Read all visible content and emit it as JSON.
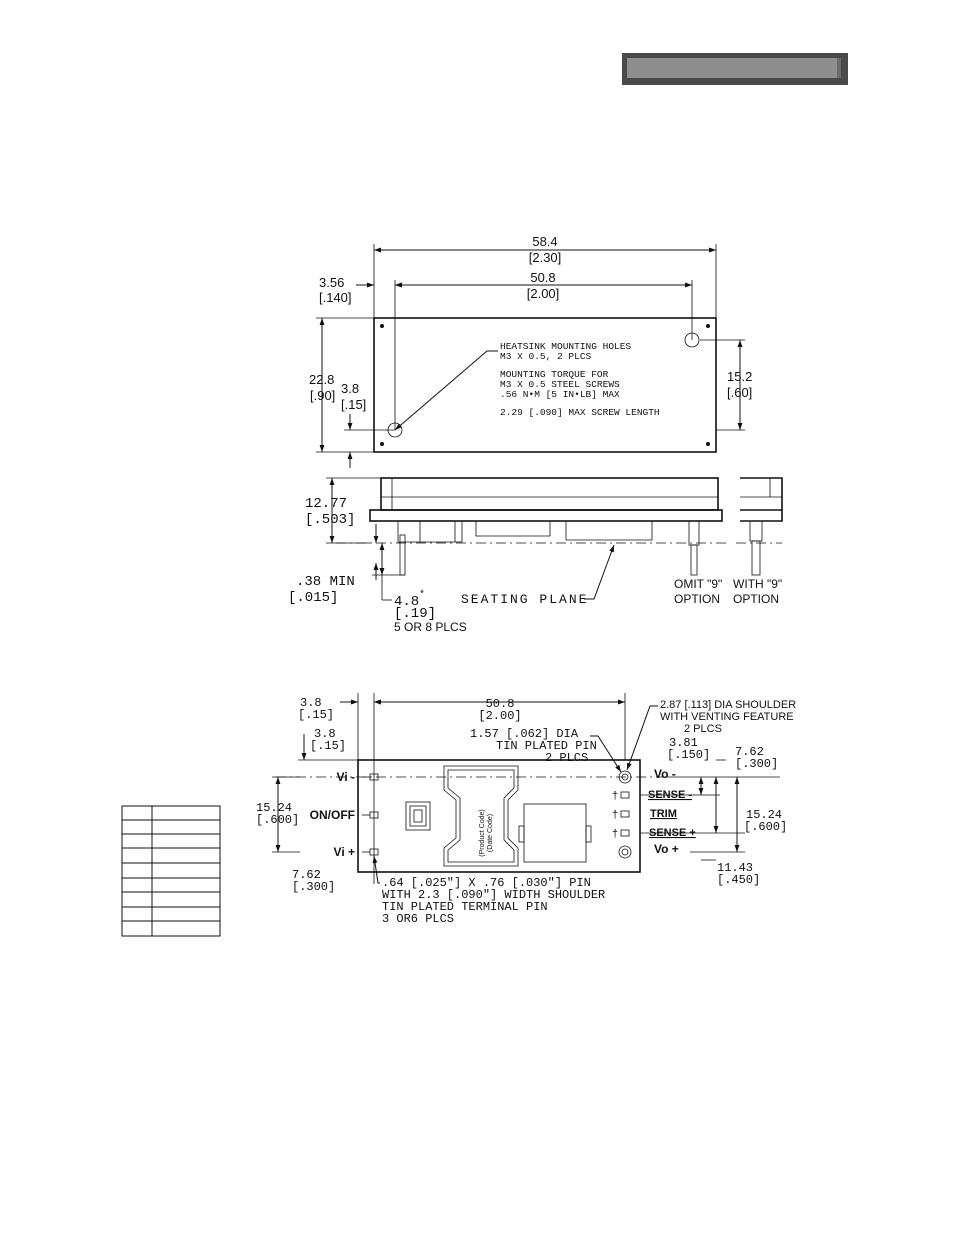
{
  "top_view": {
    "overall_width": "58.4",
    "overall_width_in": "[2.30]",
    "hole_spacing": "50.8",
    "hole_spacing_in": "[2.00]",
    "left_offset": "3.56",
    "left_offset_in": "[.140]",
    "height": "22.8",
    "height_in": "[.90]",
    "hole_bottom": "3.8",
    "hole_bottom_in": "[.15]",
    "hole_vertical": "15.2",
    "hole_vertical_in": "[.60]",
    "note_lines": [
      "HEATSINK MOUNTING HOLES",
      "M3 X 0.5, 2 PLCS",
      "MOUNTING TORQUE FOR",
      "M3 X 0.5 STEEL SCREWS",
      ".56 N•M [5 IN•LB] MAX",
      "2.29 [.090] MAX SCREW LENGTH"
    ]
  },
  "side_view": {
    "height": "12.77",
    "height_in": "[.503]",
    "standoff": ".38 MIN",
    "standoff_in": "[.015]",
    "pin_len": "4.8",
    "pin_len_star": "*",
    "pin_len_in": "[.19]",
    "pin_count": "5 OR 8 PLCS",
    "seating_plane": "SEATING PLANE",
    "omit_option_1": "OMIT \"9\"",
    "omit_option_2": "OPTION",
    "with_option_1": "WITH \"9\"",
    "with_option_2": "OPTION"
  },
  "bottom_view": {
    "left_edge": "3.8",
    "left_edge_in": "[.15]",
    "pin_spacing": "50.8",
    "pin_spacing_in": "[2.00]",
    "top_edge": "3.8",
    "top_edge_in": "[.15]",
    "shoulder_note_1": "2.87 [.113] DIA SHOULDER",
    "shoulder_note_2": "WITH VENTING FEATURE",
    "shoulder_note_3": "2 PLCS",
    "pin_note_1": "1.57 [.062] DIA",
    "pin_note_2": "TIN PLATED PIN",
    "pin_note_3": "2 PLCS",
    "dim_381": "3.81",
    "dim_381_in": "[.150]",
    "dim_762r": "7.62",
    "dim_762r_in": "[.300]",
    "dim_1524r": "15.24",
    "dim_1524r_in": "[.600]",
    "dim_1143": "11.43",
    "dim_1143_in": "[.450]",
    "dim_1524l": "15.24",
    "dim_1524l_in": "[.600]",
    "dim_762l": "7.62",
    "dim_762l_in": "[.300]",
    "terminal_note_1": ".64 [.025\"] X .76 [.030\"] PIN",
    "terminal_note_2": "WITH 2.3 [.090\"] WIDTH SHOULDER",
    "terminal_note_3": "TIN PLATED TERMINAL PIN",
    "terminal_note_4": "3 OR6 PLCS",
    "product_code": "(Product Code)",
    "date_code": "(Date Code)",
    "pins_left": [
      "Vi -",
      "ON/OFF",
      "Vi +"
    ],
    "pins_right": [
      "Vo -",
      "SENSE -",
      "TRIM",
      "SENSE +",
      "Vo +"
    ],
    "dagger": "†"
  }
}
